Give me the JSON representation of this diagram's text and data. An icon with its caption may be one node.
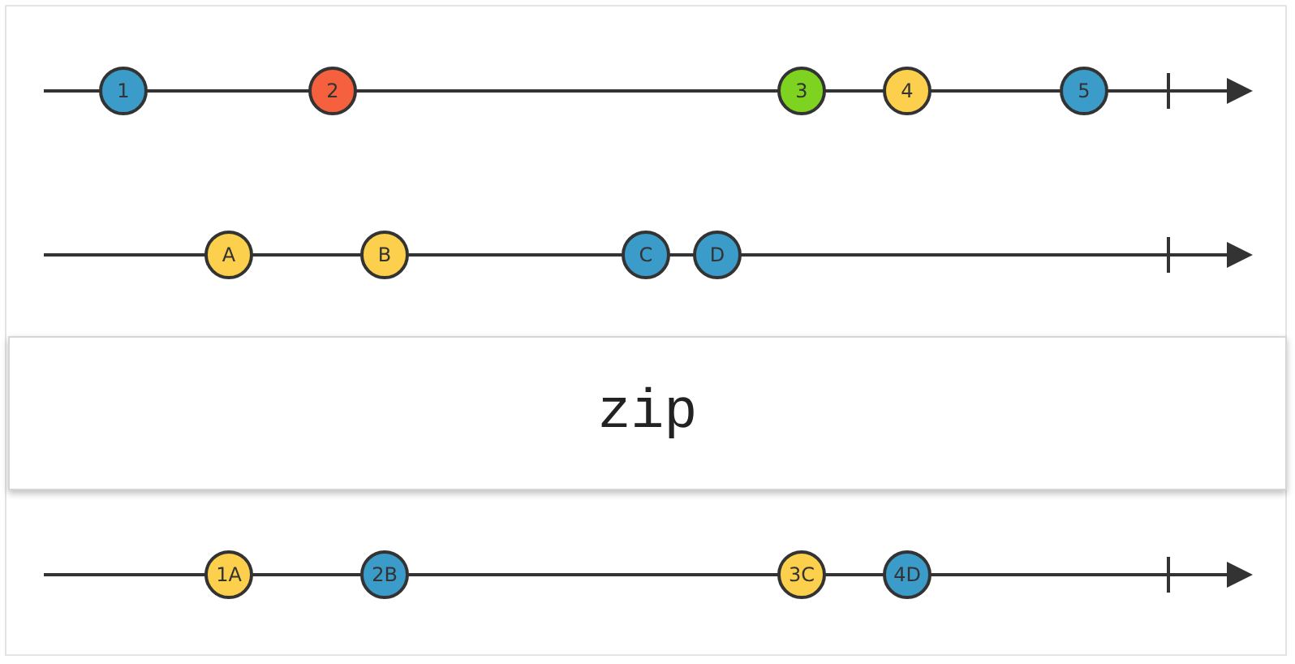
{
  "diagram": {
    "nodes": [
      {
        "text": [
          "1"
        ]
      },
      {
        "text": [
          "2"
        ]
      },
      {
        "text": [
          "3"
        ]
      },
      {
        "text": [
          "4"
        ]
      },
      {
        "text": [
          "5"
        ]
      },
      {
        "text": [
          "A"
        ]
      },
      {
        "text": [
          "B"
        ]
      },
      {
        "text": [
          "C"
        ]
      },
      {
        "text": [
          "D"
        ]
      },
      {
        "text": [
          "zip"
        ]
      },
      {
        "text": [
          "1A"
        ]
      },
      {
        "text": [
          "2B"
        ]
      },
      {
        "text": [
          "3C"
        ]
      },
      {
        "text": [
          "4D"
        ]
      }
    ]
  }
}
